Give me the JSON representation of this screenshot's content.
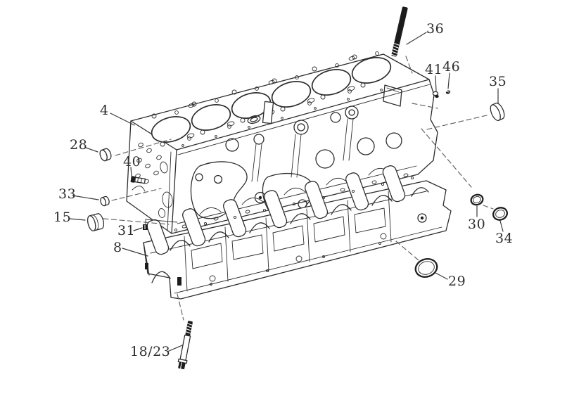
{
  "figure": {
    "type": "exploded-parts-diagram",
    "background_color": "#ffffff",
    "line_color": "#2d2d2d",
    "dash_color": "#5e5e5e",
    "label_color": "#2e2e2e",
    "callouts": [
      {
        "id": "4",
        "label": "4"
      },
      {
        "id": "8",
        "label": "8"
      },
      {
        "id": "15",
        "label": "15"
      },
      {
        "id": "18-23",
        "label": "18/23"
      },
      {
        "id": "28",
        "label": "28"
      },
      {
        "id": "29",
        "label": "29"
      },
      {
        "id": "30",
        "label": "30"
      },
      {
        "id": "31",
        "label": "31"
      },
      {
        "id": "33",
        "label": "33"
      },
      {
        "id": "34",
        "label": "34"
      },
      {
        "id": "35",
        "label": "35"
      },
      {
        "id": "36",
        "label": "36"
      },
      {
        "id": "40",
        "label": "40"
      },
      {
        "id": "41",
        "label": "41"
      },
      {
        "id": "46",
        "label": "46"
      }
    ],
    "parts": [
      {
        "callout": "4",
        "kind": "upper-cylinder-block"
      },
      {
        "callout": "8",
        "kind": "lower-crankcase-block"
      },
      {
        "callout": "15",
        "kind": "cup-plug-large"
      },
      {
        "callout": "18/23",
        "kind": "main-bearing-bolt"
      },
      {
        "callout": "28",
        "kind": "cup-plug"
      },
      {
        "callout": "29",
        "kind": "seal-ring-large"
      },
      {
        "callout": "30",
        "kind": "seal-ring-small"
      },
      {
        "callout": "31",
        "kind": "dowel-plug"
      },
      {
        "callout": "33",
        "kind": "cup-plug-small"
      },
      {
        "callout": "34",
        "kind": "seal-ring"
      },
      {
        "callout": "35",
        "kind": "cup-plug"
      },
      {
        "callout": "36",
        "kind": "stud-bolt"
      },
      {
        "callout": "40",
        "kind": "screw"
      },
      {
        "callout": "41",
        "kind": "nut"
      },
      {
        "callout": "46",
        "kind": "small-plug"
      }
    ]
  }
}
